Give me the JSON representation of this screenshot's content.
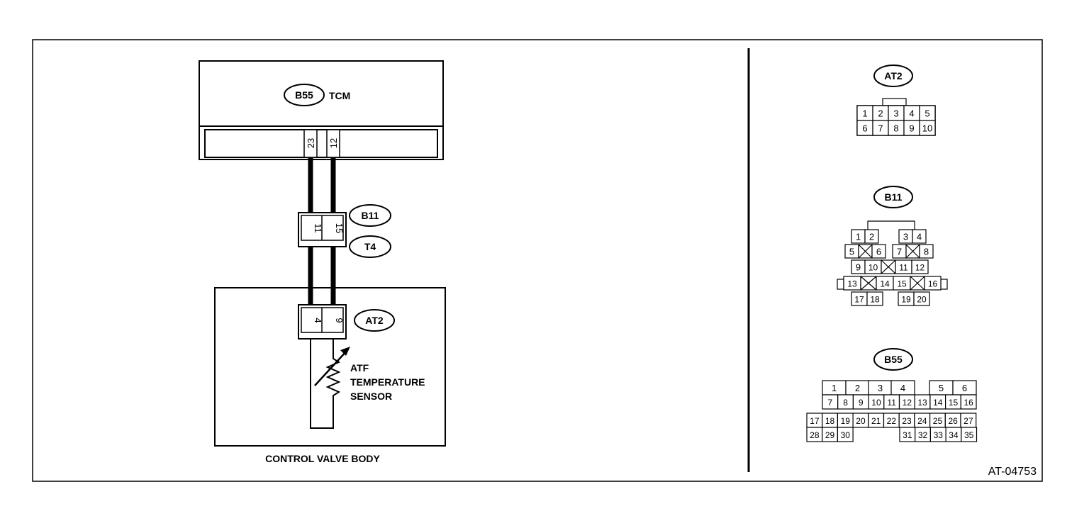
{
  "figure_code": "AT-04753",
  "tcm": {
    "connector": "B55",
    "label": "TCM",
    "pins": [
      "23",
      "12"
    ]
  },
  "joint": {
    "connector_top": "B11",
    "connector_bottom": "T4",
    "pins": [
      "11",
      "15"
    ]
  },
  "valve_body": {
    "label": "CONTROL VALVE BODY",
    "connector": "AT2",
    "pins": [
      "4",
      "9"
    ],
    "sensor_lines": [
      "ATF",
      "TEMPERATURE",
      "SENSOR"
    ]
  },
  "connector_views": {
    "at2": {
      "label": "AT2",
      "rows": [
        [
          "1",
          "2",
          "3",
          "4",
          "5"
        ],
        [
          "6",
          "7",
          "8",
          "9",
          "10"
        ]
      ]
    },
    "b11": {
      "label": "B11",
      "rows": [
        [
          "1",
          "2",
          "3",
          "4"
        ],
        [
          "5",
          "6",
          "7",
          "8"
        ],
        [
          "9",
          "10",
          "11",
          "12"
        ],
        [
          "13",
          "14",
          "15",
          "16"
        ],
        [
          "17",
          "18",
          "19",
          "20"
        ]
      ]
    },
    "b55": {
      "label": "B55",
      "rows": [
        [
          "1",
          "2",
          "3",
          "4",
          "5",
          "6"
        ],
        [
          "7",
          "8",
          "9",
          "10",
          "11",
          "12",
          "13",
          "14",
          "15",
          "16"
        ],
        [
          "17",
          "18",
          "19",
          "20",
          "21",
          "22",
          "23",
          "24",
          "25",
          "26",
          "27"
        ],
        [
          "28",
          "29",
          "30",
          "31",
          "32",
          "33",
          "34",
          "35"
        ]
      ]
    }
  }
}
